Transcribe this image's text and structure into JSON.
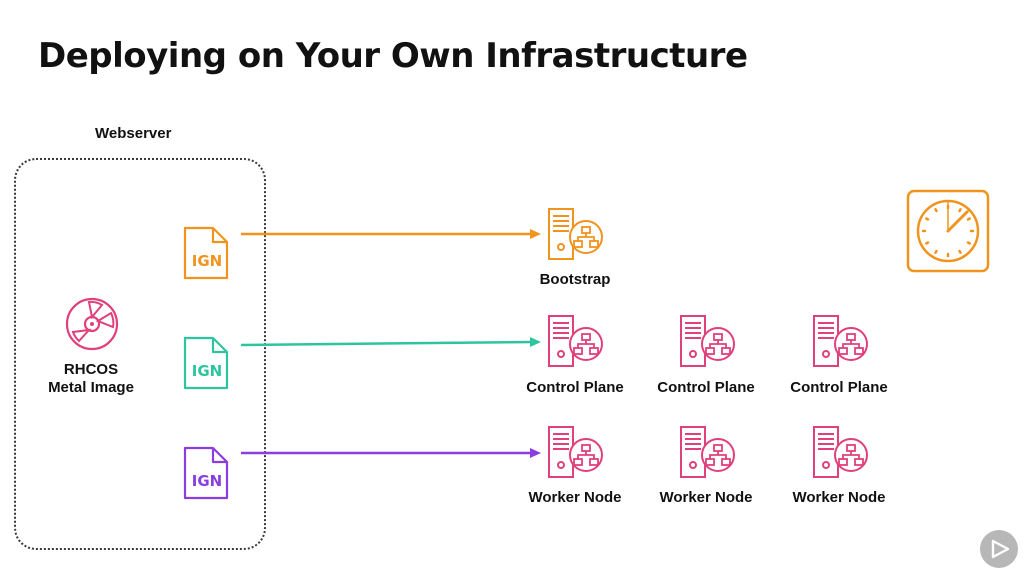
{
  "slide": {
    "title": "Deploying on Your Own Infrastructure"
  },
  "webserver": {
    "label": "Webserver",
    "image_label_line1": "RHCOS",
    "image_label_line2": "Metal Image",
    "ign_files": [
      {
        "text": "IGN",
        "color": "#f0931f"
      },
      {
        "text": "IGN",
        "color": "#2ec4a0"
      },
      {
        "text": "IGN",
        "color": "#8a3ee0"
      }
    ]
  },
  "nodes": {
    "bootstrap": {
      "label": "Bootstrap",
      "color": "#f0931f"
    },
    "control_plane": [
      {
        "label": "Control Plane"
      },
      {
        "label": "Control Plane"
      },
      {
        "label": "Control Plane"
      }
    ],
    "workers": [
      {
        "label": "Worker Node"
      },
      {
        "label": "Worker Node"
      },
      {
        "label": "Worker Node"
      }
    ],
    "color": "#e0407c"
  },
  "arrow_colors": [
    "#f0931f",
    "#2ec4a0",
    "#8a3ee0"
  ],
  "timer_color": "#f0931f",
  "icons": [
    "disc-icon",
    "file-icon",
    "server-network-icon",
    "timer-icon",
    "play-icon"
  ]
}
